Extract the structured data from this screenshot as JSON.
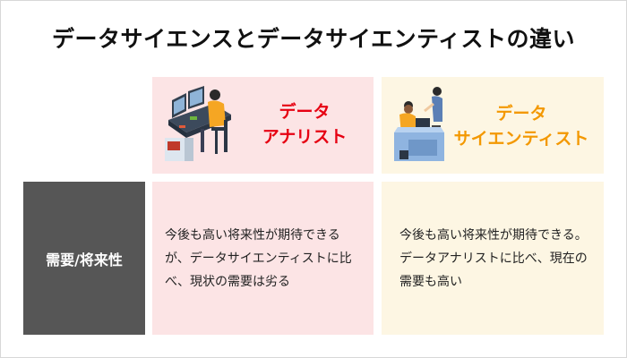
{
  "title": "データサイエンスとデータサイエンティストの違い",
  "columns": [
    {
      "id": "data-analyst",
      "label_line1": "データ",
      "label_line2": "アナリスト",
      "label_color": "#e60012",
      "background": "#fce4e5",
      "illustration": "person-at-computer-desk-icon"
    },
    {
      "id": "data-scientist",
      "label_line1": "データ",
      "label_line2": "サイエンティスト",
      "label_color": "#f39800",
      "background": "#fdf6e3",
      "illustration": "two-people-at-counter-icon"
    }
  ],
  "rows": [
    {
      "label": "需要/将来性",
      "label_background": "#565656",
      "cells": [
        "今後も高い将来性が期待できるが、データサイエンティストに比べ、現状の需要は劣る",
        "今後も高い将来性が期待できる。データアナリストに比べ、現在の需要も高い"
      ]
    }
  ]
}
